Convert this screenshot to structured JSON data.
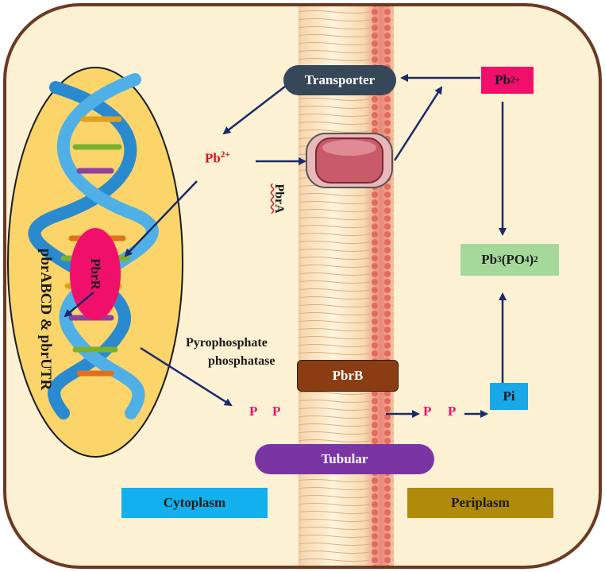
{
  "labels": {
    "transporter": "Transporter",
    "pb_left": "Pb",
    "pb_left_sup": "2+",
    "pb_right": "Pb",
    "pb_right_sup": "2+",
    "pbra": "PbrA",
    "pbrr": "PbrR",
    "operon": "pbrABCD & pbrUTR",
    "pyro_line1": "Pyrophosphate",
    "pyro_line2": "phosphatase",
    "pbrb": "PbrB",
    "p1": "P",
    "p2": "P",
    "p3": "P",
    "p4": "P",
    "pi": "Pi",
    "tubular": "Tubular",
    "cytoplasm": "Cytoplasm",
    "periplasm": "Periplasm",
    "product_pb": "Pb",
    "product_sub3": "3",
    "product_po": "(PO",
    "product_sub4": "4",
    "product_close": ")",
    "product_sub2": "2"
  },
  "colors": {
    "cell_fill": "#fdf1d3",
    "cell_border": "#6b3a22",
    "nucleoid_fill": "#fbd46a",
    "transporter_fill": "#36475a",
    "pb_box_fill": "#f0106c",
    "pbrr_fill": "#f0106c",
    "pbrb_fill": "#8a3c12",
    "tubular_fill": "#7b35a3",
    "pi_fill": "#18a8e8",
    "cytoplasm_fill": "#12b0ec",
    "periplasm_fill": "#b08a0a",
    "product_fill": "#a5d99a",
    "arrow": "#1a2a6b",
    "red_text": "#e0101a",
    "pink_text": "#e8106a"
  }
}
